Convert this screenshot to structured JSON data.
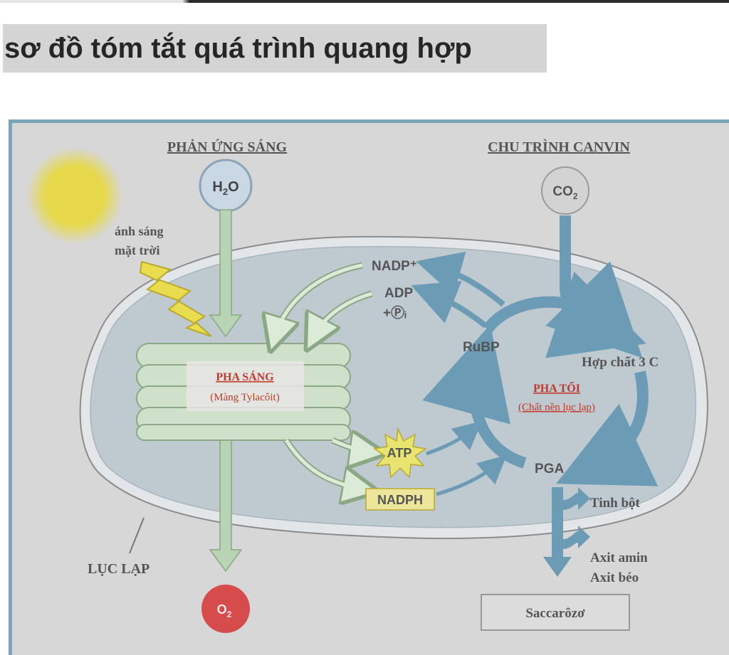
{
  "page": {
    "title": "sơ đồ tóm tắt quá trình quang hợp"
  },
  "diagram": {
    "headings": {
      "light_reactions": "PHẢN ỨNG SÁNG",
      "calvin_cycle": "CHU TRÌNH CANVIN"
    },
    "sun_label": [
      "ánh sáng",
      "mặt trời"
    ],
    "inputs": {
      "water": {
        "base": "H",
        "sub": "2",
        "tail": "O"
      },
      "co2": {
        "base": "CO",
        "sub": "2"
      },
      "o2": {
        "base": "O",
        "sub": "2"
      }
    },
    "light_phase": {
      "title": "PHA SÁNG",
      "subtitle": "(Màng Tylacôit)"
    },
    "dark_phase": {
      "title": "PHA TỐI",
      "subtitle": "(Chất nền lục lạp)"
    },
    "molecules": {
      "nadp_plus": "NADP⁺",
      "adp": "ADP",
      "pi": "+Ⓟᵢ",
      "atp": "ATP",
      "nadph": "NADPH",
      "rubp": "RuBP",
      "compound_3c": "Hợp chất 3 C",
      "pga": "PGA"
    },
    "products": {
      "starch": "Tinh bột",
      "amino_acid": "Axit amin",
      "fatty_acid": "Axit béo",
      "sucrose": "Saccarôzơ"
    },
    "chloroplast_label": "LỤC LẠP",
    "colors": {
      "frame": "#7aa4b8",
      "stroma": "#bfc9d0",
      "blue_arrow": "#6b9bb5",
      "green_arrow": "#b9d4b4",
      "thylakoid": "#cfe1cb",
      "sun": "#e6d84a",
      "o2_circle": "#d64b4b",
      "red_label": "#c0392b"
    }
  }
}
